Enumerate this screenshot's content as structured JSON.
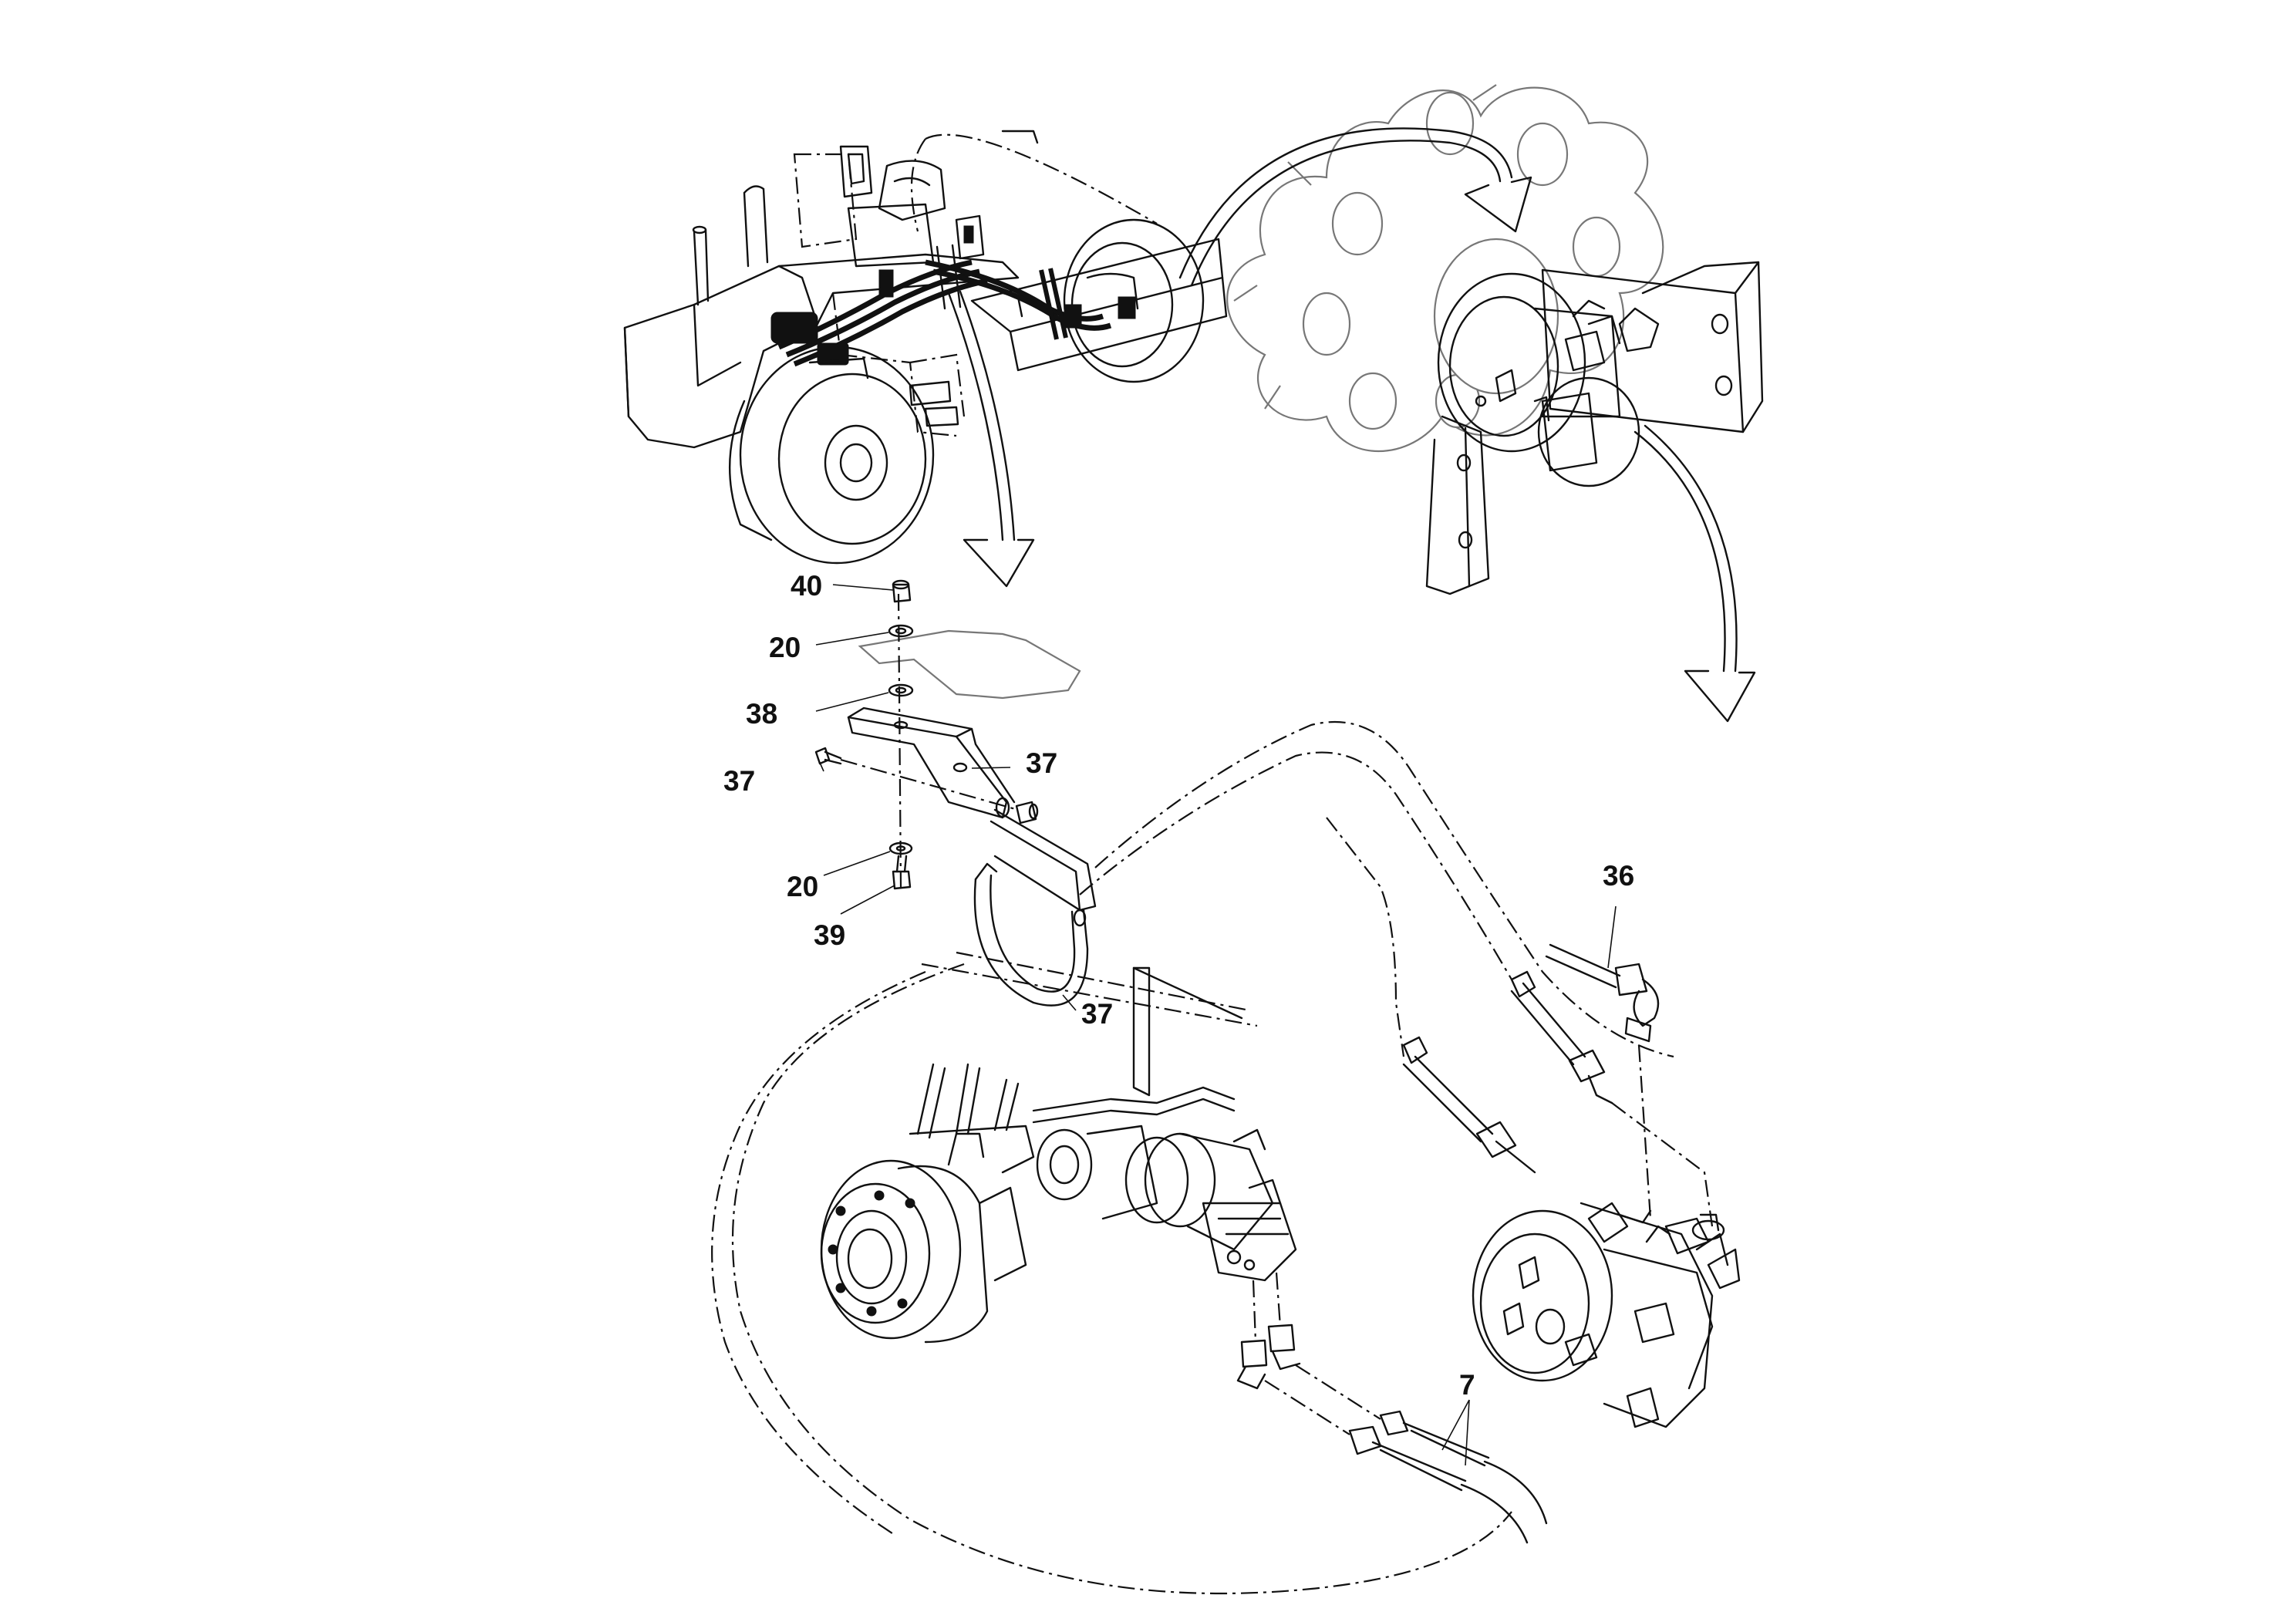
{
  "callouts": {
    "c40": "40",
    "c20a": "20",
    "c38": "38",
    "c37a": "37",
    "c37b": "37",
    "c20b": "20",
    "c39": "39",
    "c37c": "37",
    "c36": "36",
    "c7": "7"
  }
}
